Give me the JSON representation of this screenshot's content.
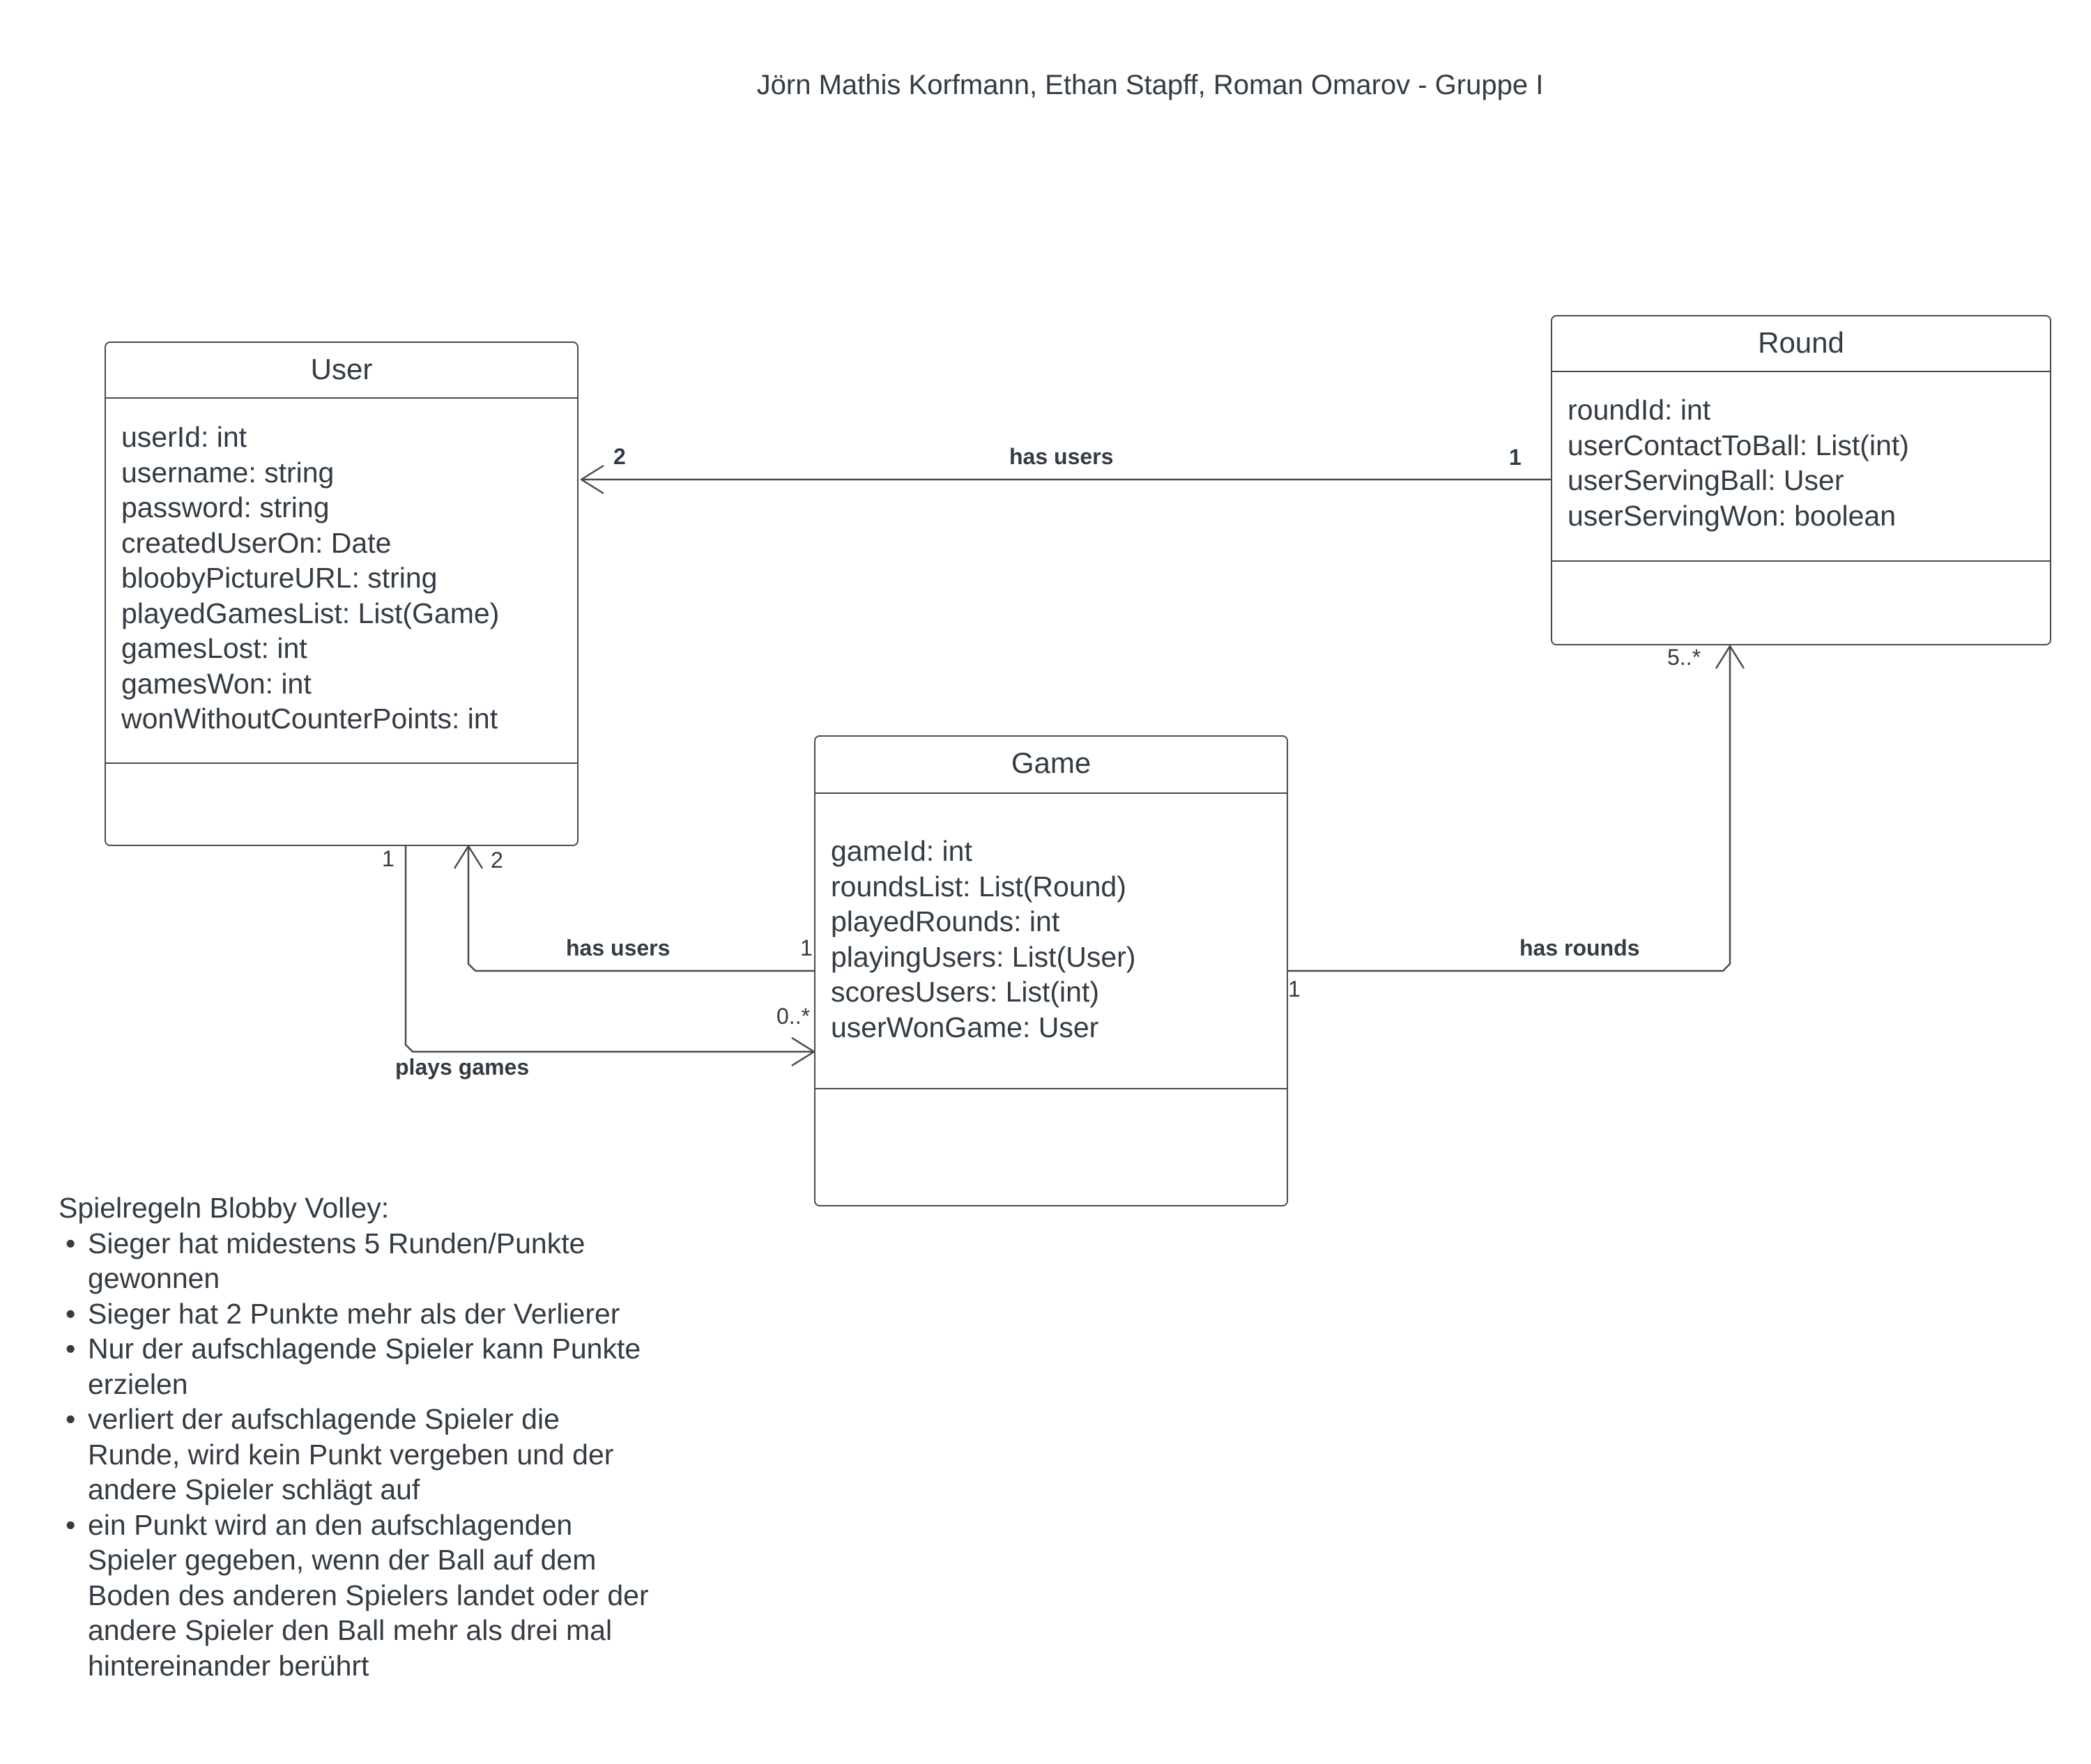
{
  "title": "Jörn Mathis Korfmann, Ethan Stapff, Roman Omarov - Gruppe I",
  "classes": {
    "user": {
      "name": "User",
      "attributes": [
        "userId: int",
        "username: string",
        "password: string",
        "createdUserOn: Date",
        "bloobyPictureURL: string",
        "playedGamesList: List(Game)",
        "gamesLost: int",
        "gamesWon: int",
        "wonWithoutCounterPoints: int"
      ]
    },
    "round": {
      "name": "Round",
      "attributes": [
        "roundId: int",
        "userContactToBall: List(int)",
        "userServingBall: User",
        "userServingWon: boolean"
      ]
    },
    "game": {
      "name": "Game",
      "attributes": [
        "gameId: int",
        "roundsList: List(Round)",
        "playedRounds: int",
        "playingUsers: List(User)",
        "scoresUsers: List(int)",
        "userWonGame: User"
      ]
    }
  },
  "associations": {
    "round_user": {
      "label": "has users",
      "source_mult": "1",
      "target_mult": "2"
    },
    "game_user": {
      "label": "has users",
      "source_mult": "1",
      "target_mult": "2"
    },
    "user_game": {
      "label": "plays games",
      "source_mult": "1",
      "target_mult": "0..*"
    },
    "game_round": {
      "label": "has rounds",
      "source_mult": "1",
      "target_mult": "5..*"
    }
  },
  "notes": {
    "heading": "Spielregeln Blobby Volley:",
    "rules": [
      "Sieger hat midestens 5 Runden/Punkte gewonnen",
      "Sieger hat 2 Punkte mehr als der Verlierer",
      "Nur der aufschlagende Spieler kann Punkte erzielen",
      "verliert der aufschlagende Spieler die Runde, wird kein Punkt vergeben und der andere Spieler schlägt auf",
      "ein Punkt wird an den aufschlagenden Spieler gegeben, wenn der Ball auf dem Boden des anderen Spielers landet oder der andere Spieler den Ball mehr als drei mal hintereinander berührt"
    ]
  }
}
